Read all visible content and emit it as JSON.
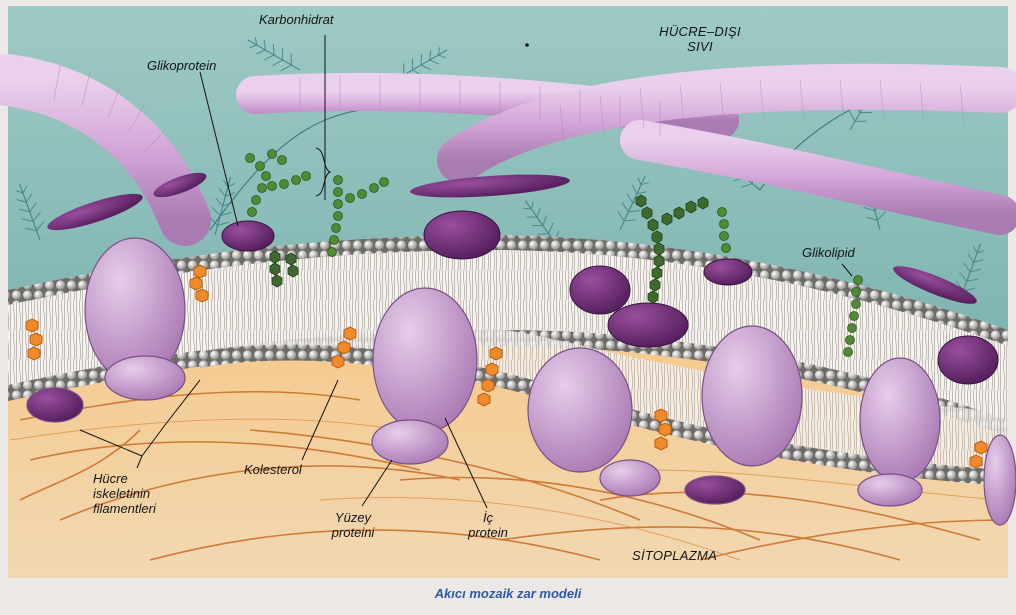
{
  "labels": {
    "carbohydrate": "Karbonhidrat",
    "glycoprotein": "Glikoprotein",
    "extracellular_fluid": [
      "HÜCRE–DIŞI",
      "SIVI"
    ],
    "glycolipid": "Glikolipid",
    "cytoskeleton": [
      "Hücre",
      "iskeletinin",
      "filamentleri"
    ],
    "cholesterol": "Kolesterol",
    "surface_protein": [
      "Yüzey",
      "proteini"
    ],
    "integral_protein": [
      "İç",
      "protein"
    ],
    "cytoplasm": "SİTOPLAZMA"
  },
  "caption": "Akıcı mozaik zar modeli",
  "colors": {
    "extracellular_fluid": "#8fbfbb",
    "cytoplasm": "#f4cf9a",
    "matrix_fiber": "#d3a6d9",
    "protein": "#b58bbf",
    "peripheral_protein": "#6b2c73",
    "cholesterol": "#f08a2a",
    "sugar_chain": "#4f8a36",
    "filament": "#c96a22",
    "caption_text": "#2a5aa8"
  }
}
